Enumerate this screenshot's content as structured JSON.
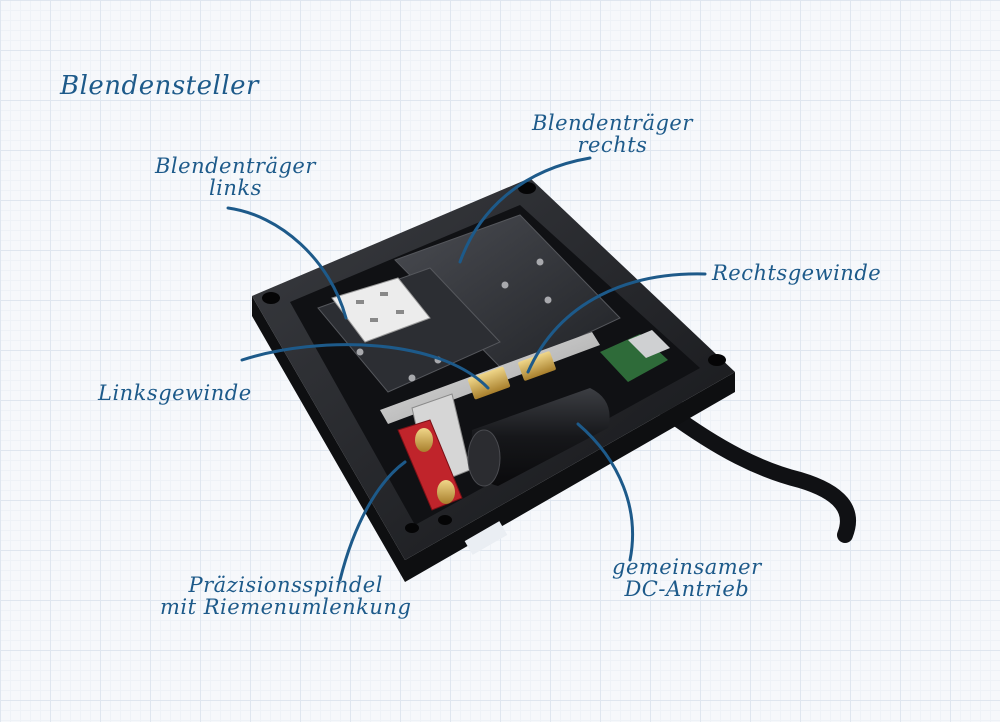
{
  "title": "Blendensteller",
  "labels": {
    "left_carrier": [
      "Blendenträger",
      "links"
    ],
    "right_carrier": [
      "Blendenträger",
      "rechts"
    ],
    "right_thread": "Rechtsgewinde",
    "left_thread": "Linksgewinde",
    "spindle": [
      "Präzisionsspindel",
      "mit Riemenumlenkung"
    ],
    "drive": [
      "gemeinsamer",
      "DC-Antrieb"
    ]
  },
  "colors": {
    "ink": "#1d5a8a",
    "housing": "#1c1d20",
    "brass": "#c9a24b",
    "belt_red": "#c0242b",
    "pcb_green": "#2e6b39"
  }
}
